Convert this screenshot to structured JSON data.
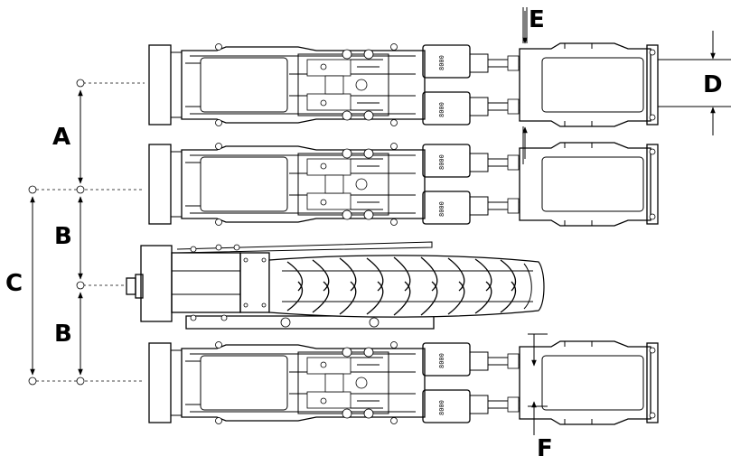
{
  "labels": {
    "A": "A",
    "B": "B",
    "C": "C",
    "D": "D",
    "E": "E",
    "F": "F"
  },
  "unit_marking": "8000"
}
